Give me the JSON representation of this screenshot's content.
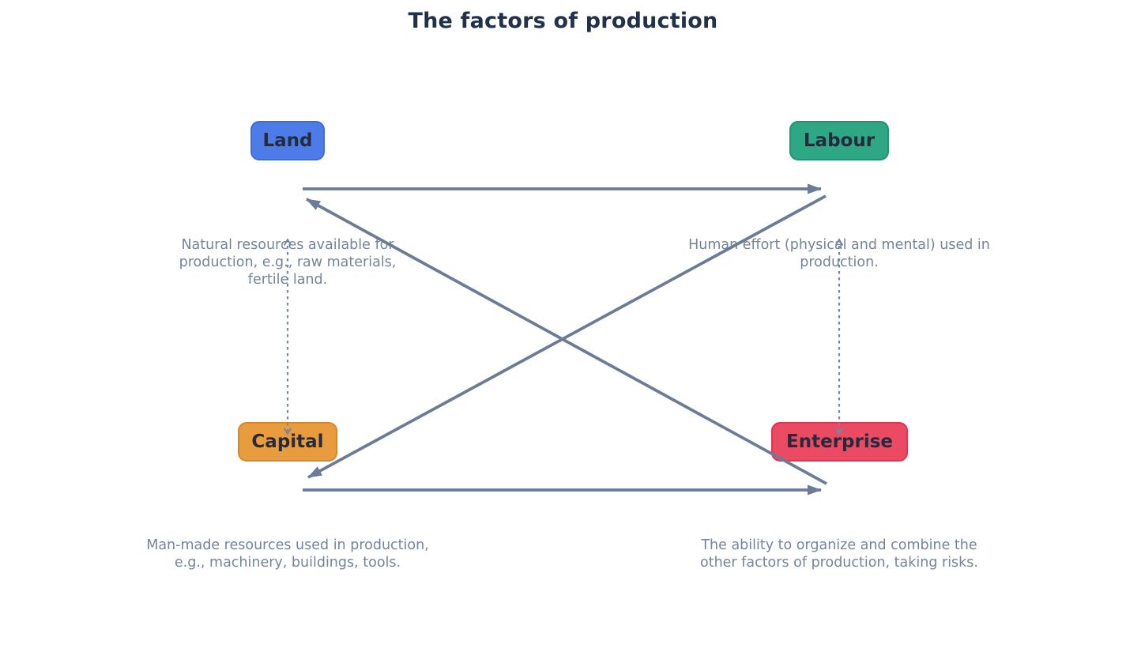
{
  "title": "The factors of production",
  "colors": {
    "background": "#ffffff",
    "title_text": "#22314a",
    "node_label_text": "#232b3d",
    "description_text": "#76849a",
    "solid_arrow": "#6b7c96",
    "dashed_arrow": "#7486a0"
  },
  "nodes": [
    {
      "id": "land",
      "label": "Land",
      "fill": "#4d7ce9",
      "border": "#3d6cd8",
      "description": "Natural resources available for production, e.g., raw materials, fertile land."
    },
    {
      "id": "labour",
      "label": "Labour",
      "fill": "#2ea884",
      "border": "#219272",
      "description": "Human effort (physical and mental) used in production."
    },
    {
      "id": "capital",
      "label": "Capital",
      "fill": "#e99c3e",
      "border": "#d8882a",
      "description": "Man-made resources used in production, e.g., machinery, buildings, tools."
    },
    {
      "id": "enterprise",
      "label": "Enterprise",
      "fill": "#eb4a63",
      "border": "#e23350",
      "description": "The ability to organize and combine the other factors of production, taking risks."
    }
  ],
  "edges": {
    "solid_cycle": [
      {
        "from": "Land",
        "to": "Labour"
      },
      {
        "from": "Labour",
        "to": "Capital"
      },
      {
        "from": "Capital",
        "to": "Enterprise"
      },
      {
        "from": "Enterprise",
        "to": "Land"
      }
    ],
    "dashed_bidirectional": [
      {
        "between": [
          "Land",
          "Capital"
        ]
      },
      {
        "between": [
          "Labour",
          "Enterprise"
        ]
      }
    ]
  }
}
